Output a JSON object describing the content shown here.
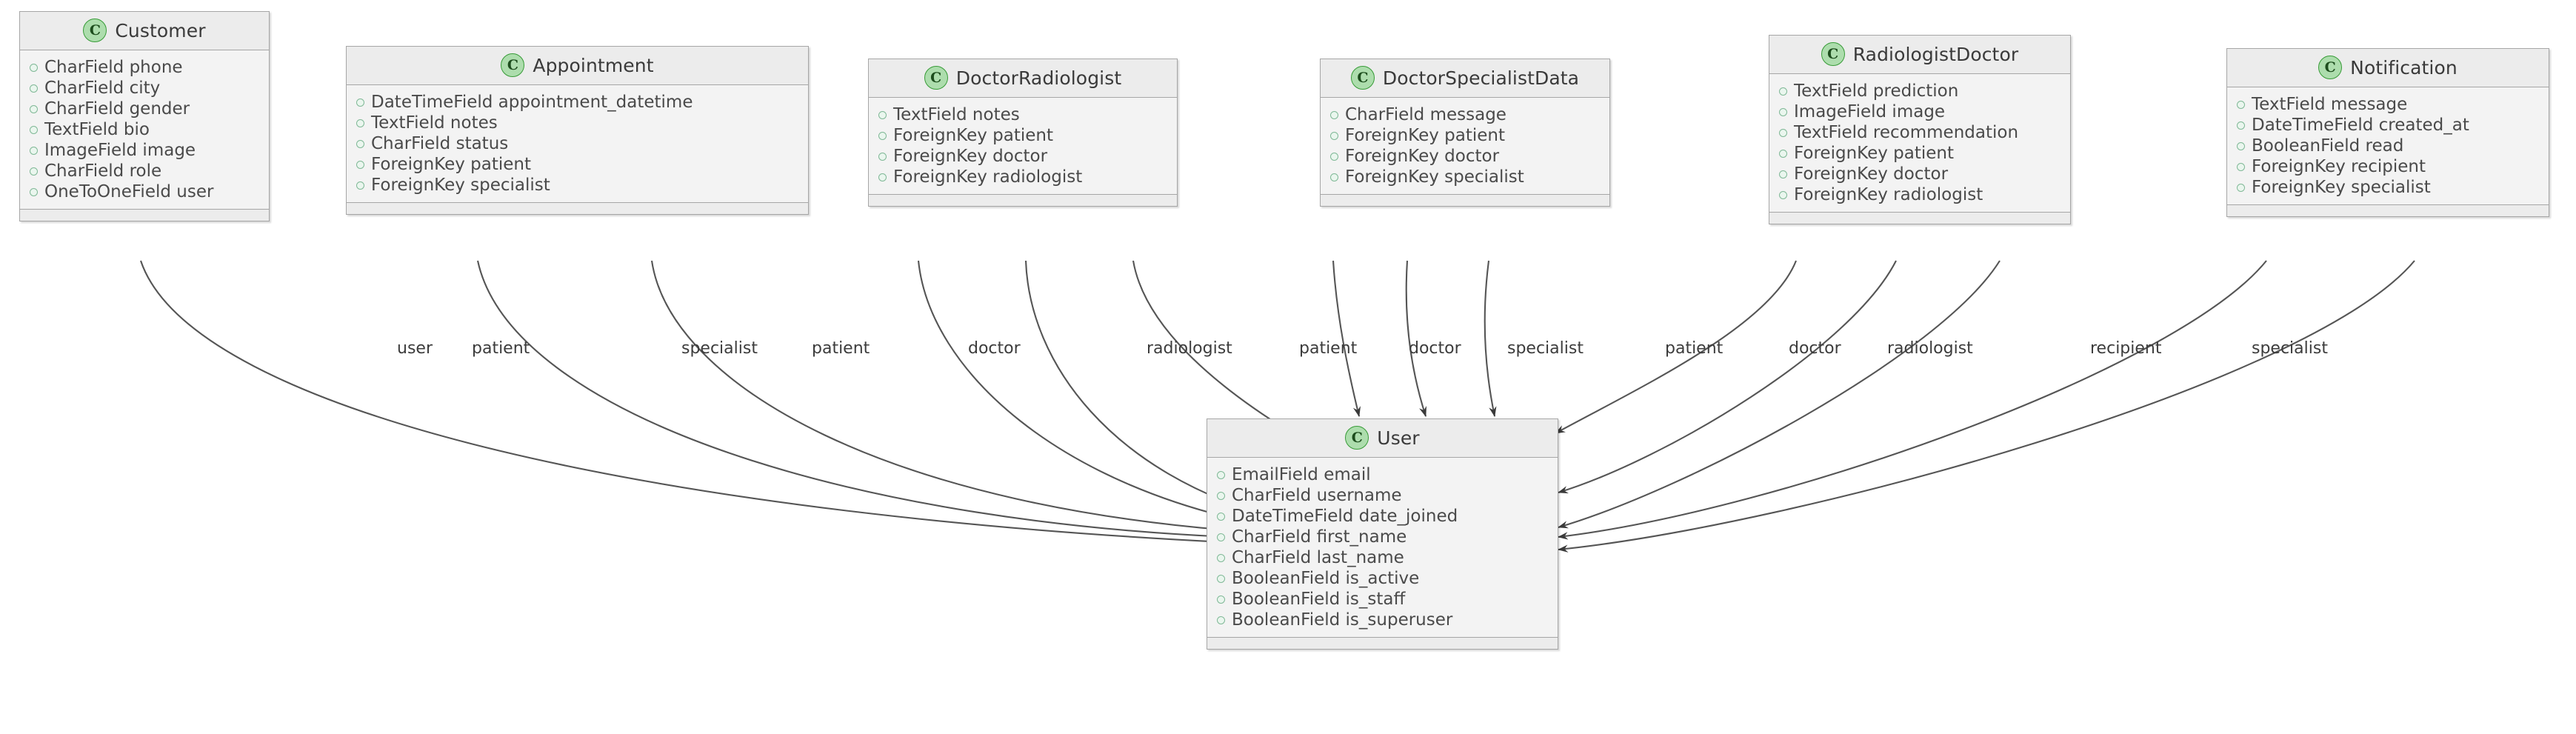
{
  "diagram": {
    "type": "uml-class-diagram",
    "icon_letter": "C",
    "colors": {
      "box_fill": "#f3f3f3",
      "header_fill": "#ececec",
      "border": "#a6a6a6",
      "icon_fill": "#adddad",
      "icon_stroke": "#379b37",
      "bullet_stroke": "#7fb896",
      "text": "#4a4a4a",
      "edge": "#555555"
    }
  },
  "classes": [
    {
      "name": "Customer",
      "attributes": [
        "CharField phone",
        "CharField city",
        "CharField gender",
        "TextField bio",
        "ImageField image",
        "CharField role",
        "OneToOneField user"
      ]
    },
    {
      "name": "Appointment",
      "attributes": [
        "DateTimeField appointment_datetime",
        "TextField notes",
        "CharField status",
        "ForeignKey patient",
        "ForeignKey specialist"
      ]
    },
    {
      "name": "DoctorRadiologist",
      "attributes": [
        "TextField notes",
        "ForeignKey patient",
        "ForeignKey doctor",
        "ForeignKey radiologist"
      ]
    },
    {
      "name": "DoctorSpecialistData",
      "attributes": [
        "CharField message",
        "ForeignKey patient",
        "ForeignKey doctor",
        "ForeignKey specialist"
      ]
    },
    {
      "name": "RadiologistDoctor",
      "attributes": [
        "TextField prediction",
        "ImageField image",
        "TextField recommendation",
        "ForeignKey patient",
        "ForeignKey doctor",
        "ForeignKey radiologist"
      ]
    },
    {
      "name": "Notification",
      "attributes": [
        "TextField message",
        "DateTimeField created_at",
        "BooleanField read",
        "ForeignKey recipient",
        "ForeignKey specialist"
      ]
    },
    {
      "name": "User",
      "attributes": [
        "EmailField email",
        "CharField username",
        "DateTimeField date_joined",
        "CharField first_name",
        "CharField last_name",
        "BooleanField is_active",
        "BooleanField is_staff",
        "BooleanField is_superuser"
      ]
    }
  ],
  "relations": [
    {
      "from": "Customer",
      "to": "User",
      "label": "user"
    },
    {
      "from": "Appointment",
      "to": "User",
      "label": "patient"
    },
    {
      "from": "Appointment",
      "to": "User",
      "label": "specialist"
    },
    {
      "from": "DoctorRadiologist",
      "to": "User",
      "label": "patient"
    },
    {
      "from": "DoctorRadiologist",
      "to": "User",
      "label": "doctor"
    },
    {
      "from": "DoctorRadiologist",
      "to": "User",
      "label": "radiologist"
    },
    {
      "from": "DoctorSpecialistData",
      "to": "User",
      "label": "patient"
    },
    {
      "from": "DoctorSpecialistData",
      "to": "User",
      "label": "doctor"
    },
    {
      "from": "DoctorSpecialistData",
      "to": "User",
      "label": "specialist"
    },
    {
      "from": "RadiologistDoctor",
      "to": "User",
      "label": "patient"
    },
    {
      "from": "RadiologistDoctor",
      "to": "User",
      "label": "doctor"
    },
    {
      "from": "RadiologistDoctor",
      "to": "User",
      "label": "radiologist"
    },
    {
      "from": "Notification",
      "to": "User",
      "label": "recipient"
    },
    {
      "from": "Notification",
      "to": "User",
      "label": "specialist"
    }
  ]
}
